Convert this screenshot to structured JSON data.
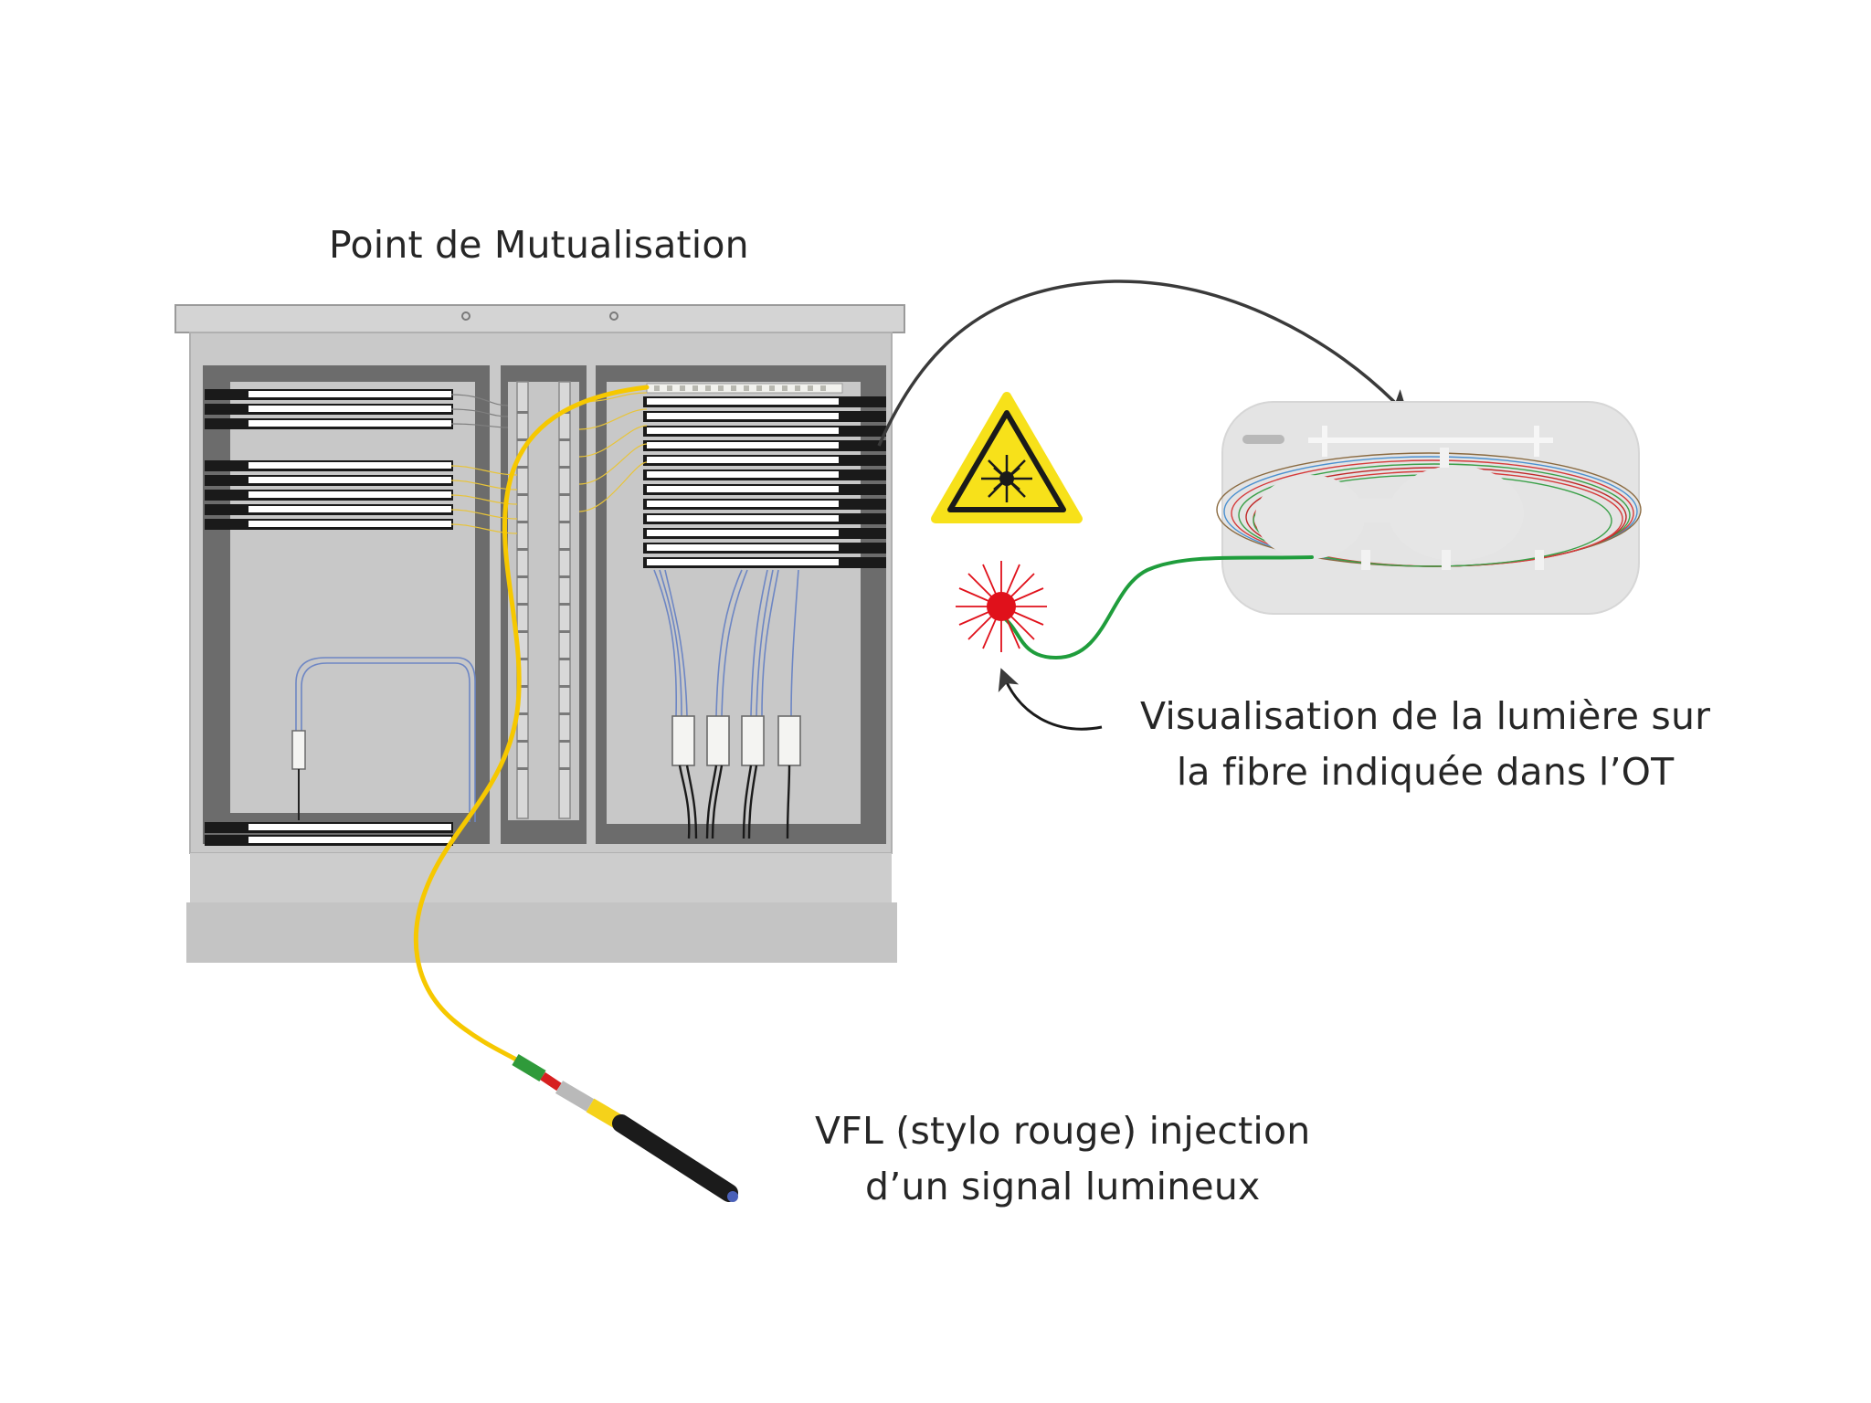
{
  "labels": {
    "cabinet_title": "Point de Mutualisation",
    "visualisation_line1": "Visualisation de la lumière sur",
    "visualisation_line2": "la fibre indiquée dans l’OT",
    "vfl_line1": "VFL (stylo rouge) injection",
    "vfl_line2": "d’un signal lumineux"
  },
  "colors": {
    "cabinet_body": "#c8c8c8",
    "cabinet_top": "#d2d2d2",
    "cabinet_dark": "#6a6a6a",
    "patch_cord": "#f6c800",
    "pigtail_blue": "#6d86c4",
    "laser_dot": "#e0111b",
    "laser_ray": "#e0111b",
    "fiber_green": "#1f9d3c",
    "warning_yellow": "#f7e11a",
    "arrow": "#3a3a3a",
    "tray": "#e4e4e4"
  },
  "icons": {
    "warning": "laser-warning-icon",
    "laser_dot": "laser-burst-icon",
    "pen": "vfl-pen-icon"
  }
}
